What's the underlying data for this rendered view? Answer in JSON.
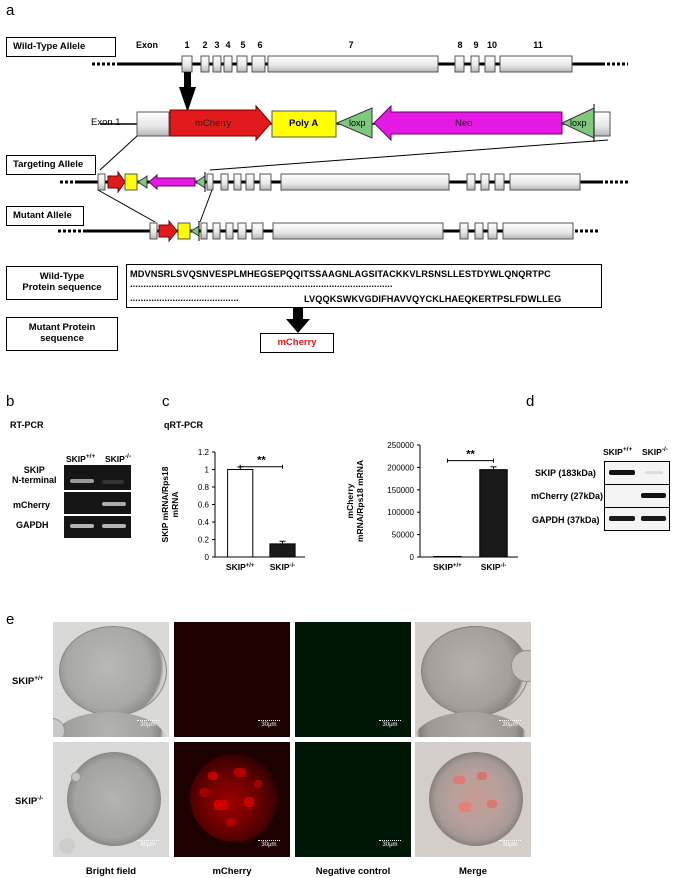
{
  "panel_letters": {
    "a": "a",
    "b": "b",
    "c": "c",
    "d": "d",
    "e": "e"
  },
  "panel_a": {
    "wild_type_label": "Wild-Type Allele",
    "targeting_label": "Targeting Allele",
    "mutant_label": "Mutant Allele",
    "exon_word": "Exon",
    "exon_numbers": [
      "1",
      "2",
      "3",
      "4",
      "5",
      "6",
      "7",
      "8",
      "9",
      "10",
      "11"
    ],
    "cassette": {
      "exon1": "Exon 1",
      "mcherry": "mCherry",
      "polya": "Poly A",
      "loxp1": "loxp",
      "neo": "Neo",
      "loxp2": "loxp"
    },
    "wt_protein_label": "Wild-Type\nProtein sequence",
    "mut_protein_label": "Mutant Protein\nsequence",
    "seq_line1": "MDVNSRLSVQSNVESPLMHEGSEPQQITSSAAGNLAGSITACKKVLRSNSLLESTDYWLQNQRTPC",
    "seq_line2_dots": "...................................................................................................",
    "seq_line3_dots": ".........................................",
    "seq_line3_text": "LVQQKSWKVGDIFHAVVQYCKLHAEQKERTPSLFDWLLEG",
    "mutant_result": "mCherry"
  },
  "panel_b": {
    "title": "RT-PCR",
    "col1": "SKIP",
    "col1_sup": "+/+",
    "col2": "SKIP",
    "col2_sup": "-/-",
    "rows": [
      "SKIP\nN-terminal",
      "mCherry",
      "GAPDH"
    ]
  },
  "panel_c": {
    "title": "qRT-PCR",
    "significance": "**",
    "colors": {
      "wildtype": "#ffffff",
      "knockout": "#1a1a1a"
    },
    "chart_data": [
      {
        "type": "bar",
        "ylabel": "SKIP mRNA/Rps18\nmRNA",
        "ylim": [
          0,
          1.2
        ],
        "yticks": [
          "0",
          "0.2",
          "0.4",
          "0.6",
          "0.8",
          "1",
          "1.2"
        ],
        "categories": [
          "SKIP+/+",
          "SKIP-/-"
        ],
        "values": [
          1.0,
          0.15
        ]
      },
      {
        "type": "bar",
        "ylabel": "mCherry\nmRNA/Rps18 mRNA",
        "ylim": [
          0,
          250000
        ],
        "yticks": [
          "0",
          "50000",
          "100000",
          "150000",
          "200000",
          "250000"
        ],
        "categories": [
          "SKIP+/+",
          "SKIP-/-"
        ],
        "values": [
          0,
          195000
        ]
      }
    ],
    "cat1": "SKIP",
    "cat1_sup": "+/+",
    "cat2": "SKIP",
    "cat2_sup": "-/-"
  },
  "panel_d": {
    "col1": "SKIP",
    "col1_sup": "+/+",
    "col2": "SKIP",
    "col2_sup": "-/-",
    "rows": [
      "SKIP (183kDa)",
      "mCherry (27kDa)",
      "GAPDH (37kDa)"
    ]
  },
  "panel_e": {
    "row1": "SKIP",
    "row1_sup": "+/+",
    "row2": "SKIP",
    "row2_sup": "-/-",
    "scale": "30μm",
    "captions": [
      "Bright field",
      "mCherry",
      "Negative control",
      "Merge"
    ]
  }
}
